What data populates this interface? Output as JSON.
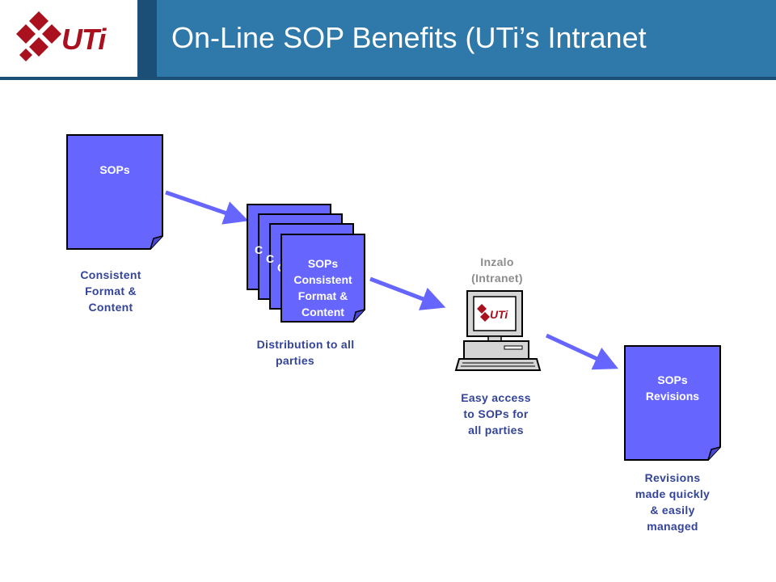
{
  "slide": {
    "title": "On-Line SOP Benefits (UTi’s Intranet",
    "logo_text": "UTi",
    "accent_color": "#2e78aa",
    "doc_fill_color": "#6666ff"
  },
  "steps": {
    "sop_doc_label": "SOPs",
    "sop_caption": [
      "Consistent",
      "Format &",
      "Content"
    ],
    "stack_doc_label": [
      "SOPs",
      "Consistent",
      "Format &",
      "Content"
    ],
    "stack_caption": [
      "Distribution to all",
      "parties"
    ],
    "computer_label": [
      "Inzalo",
      "(Intranet)"
    ],
    "computer_screen_logo": "UTi",
    "computer_caption": [
      "Easy access",
      "to SOPs for",
      "all parties"
    ],
    "revisions_doc_label": [
      "SOPs",
      "Revisions"
    ],
    "revisions_caption": [
      "Revisions",
      "made quickly",
      "& easily",
      "managed"
    ]
  },
  "icons": [
    "uti-logo-icon",
    "arrow-icon",
    "document-icon",
    "document-stack-icon",
    "computer-icon"
  ]
}
